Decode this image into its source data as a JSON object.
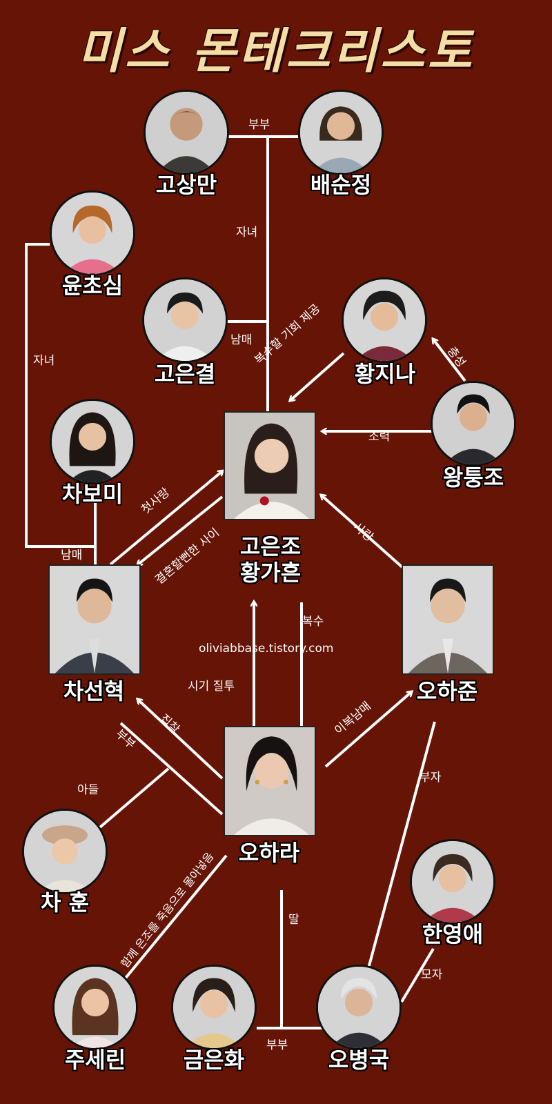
{
  "title": "미스 몬테크리스토",
  "watermark": "oliviabbase.tistory.com",
  "colors": {
    "background": "#661405",
    "title": "#f3dfa6",
    "line": "#ffffff",
    "name_text": "#ffffff",
    "photo_bg": "#d9d9d9"
  },
  "characters": {
    "gosangman": {
      "name": "고상만"
    },
    "baesunjeong": {
      "name": "배순정"
    },
    "yunchosim": {
      "name": "윤초심"
    },
    "goeungyeol": {
      "name": "고은결"
    },
    "hwangjina": {
      "name": "황지나"
    },
    "wangtungjo": {
      "name": "왕퉁조"
    },
    "chabomi": {
      "name": "차보미"
    },
    "goeunjo": {
      "name_line1": "고은조",
      "name_line2": "황가흔"
    },
    "chaseonhyeok": {
      "name": "차선혁"
    },
    "ohajun": {
      "name": "오하준"
    },
    "ohara": {
      "name": "오하라"
    },
    "chahun": {
      "name": "차 훈"
    },
    "hanyeongae": {
      "name": "한영애"
    },
    "juserin": {
      "name": "주세린"
    },
    "geumeunhwa": {
      "name": "금은화"
    },
    "obyeongguk": {
      "name": "오병국"
    }
  },
  "relations": {
    "bubu_top": "부부",
    "janyeo_center": "자녀",
    "nammae_eungyeol": "남매",
    "revenge_chance": "복수할 기회 제공",
    "chungseong": "충성",
    "joryeok": "조력",
    "janyeo_left": "자녀",
    "cheotsarang": "첫사랑",
    "marriage_near": "결혼할뻔한 사이",
    "nammae_bomi": "남매",
    "sarang": "사랑",
    "boksu": "복수",
    "sigi_jiltu": "시기 질투",
    "ibok_nammae": "이복남매",
    "jipchak": "집착",
    "bubu_hun": "부부",
    "adeul": "아들",
    "buja": "부자",
    "death_blame": "함께 은조를 죽음으로 몰아넣음",
    "ttal": "딸",
    "moja": "모자",
    "bubu_bottom": "부부"
  }
}
